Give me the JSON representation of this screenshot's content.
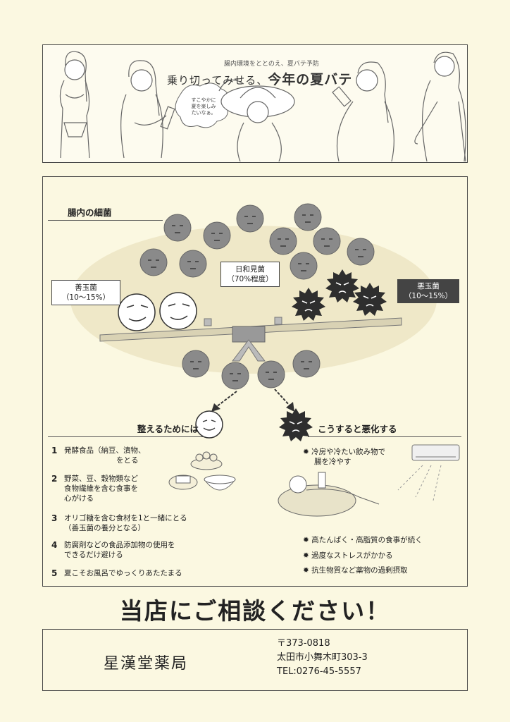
{
  "banner": {
    "tagline": "腸内環境をととのえ、夏バテ予防",
    "headline_a": "乗り切ってみせる、",
    "headline_b": "今年の夏バテ",
    "bubble_l1": "すこやかに",
    "bubble_l2": "夏を楽しみ",
    "bubble_l3": "たいなぁ。"
  },
  "flora": {
    "title": "腸内の細菌",
    "good_l1": "善玉菌",
    "good_l2": "（10～15%）",
    "neutral_l1": "日和見菌",
    "neutral_l2": "（70%程度）",
    "bad_l1": "悪玉菌",
    "bad_l2": "（10～15%）"
  },
  "improve": {
    "title": "整えるためには",
    "items": [
      {
        "n": "1",
        "l1": "発酵食品（納豆、漬物、",
        "l2": "をとる"
      },
      {
        "n": "2",
        "l1": "野菜、豆、穀物類など",
        "l2": "食物繊維を含む食事を",
        "l3": "心がける"
      },
      {
        "n": "3",
        "l1": "オリゴ糖を含む食材を1と一緒にとる",
        "l2": "（善玉菌の養分となる）"
      },
      {
        "n": "4",
        "l1": "防腐剤などの食品添加物の使用を",
        "l2": "できるだけ避ける"
      },
      {
        "n": "5",
        "l1": "夏こそお風呂でゆっくりあたたまる"
      }
    ]
  },
  "worsen": {
    "title": "こうすると悪化する",
    "items": [
      {
        "l1": "冷房や冷たい飲み物で",
        "l2": "腸を冷やす"
      },
      {
        "l1": "高たんぱく・高脂質の食事が続く"
      },
      {
        "l1": "過度なストレスがかかる"
      },
      {
        "l1": "抗生物質など薬物の過剰摂取"
      }
    ]
  },
  "cta": "当店にご相談ください！",
  "shop": {
    "name": "星漢堂薬局",
    "postal": "〒373-0818",
    "address": "太田市小舞木町303-3",
    "tel": "TEL:0276-45-5557"
  },
  "colors": {
    "background": "#fbf8e1",
    "ellipse": "#efe8c8",
    "bacteria": "#888888",
    "bad": "#333333"
  }
}
